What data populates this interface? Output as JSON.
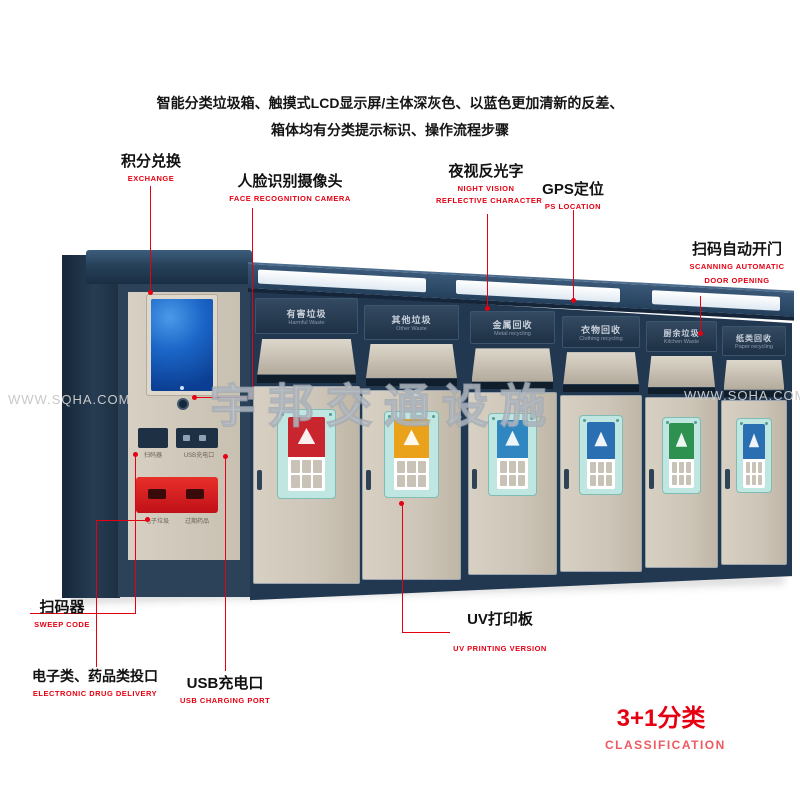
{
  "description": {
    "line1": "智能分类垃圾箱、触摸式LCD显示屏/主体深灰色、以蓝色更加清新的反差、",
    "line2": "箱体均有分类提示标识、操作流程步骤"
  },
  "watermark": {
    "left": "WWW.SQHA.COM",
    "right": "WWW.SQHA.COM",
    "center": "宇邦交通设施"
  },
  "callouts": {
    "exchange": {
      "zh": "积分兑换",
      "en": "EXCHANGE"
    },
    "face_camera": {
      "zh": "人脸识别摄像头",
      "en": "FACE RECOGNITION CAMERA"
    },
    "night_vision": {
      "zh": "夜视反光字",
      "en1": "NIGHT VISION",
      "en2": "REFLECTIVE CHARACTER"
    },
    "gps": {
      "zh": "GPS定位",
      "en": "PS LOCATION"
    },
    "scan_door": {
      "zh": "扫码自动开门",
      "en1": "SCANNING AUTOMATIC",
      "en2": "DOOR OPENING"
    },
    "sweep_code": {
      "zh": "扫码器",
      "en": "SWEEP CODE"
    },
    "electronic_drop": {
      "zh": "电子类、药品类投口",
      "en": "ELECTRONIC DRUG DELIVERY"
    },
    "usb": {
      "zh": "USB充电口",
      "en": "USB CHARGING PORT"
    },
    "uv": {
      "zh": "UV打印板",
      "en": "UV PRINTING VERSION"
    },
    "classification": {
      "zh": "3+1分类",
      "en": "CLASSIFICATION"
    }
  },
  "kiosk": {
    "scanner_label": "扫码器",
    "usb_label": "USB充电口",
    "slot_left": "电子垃圾",
    "slot_right": "过期药品"
  },
  "bins": [
    {
      "zh": "有害垃圾",
      "en": "Harmful Waste",
      "color": "#c9252f"
    },
    {
      "zh": "其他垃圾",
      "en": "Other Waste",
      "color": "#e9a21a"
    },
    {
      "zh": "金属回收",
      "en": "Metal recycling",
      "color": "#2f86c0"
    },
    {
      "zh": "衣物回收",
      "en": "Clothing recycling",
      "color": "#2a6fb2"
    },
    {
      "zh": "厨余垃圾",
      "en": "Kitchen Waste",
      "color": "#2f9150"
    },
    {
      "zh": "纸类回收",
      "en": "Paper recycling",
      "color": "#2a6fb2"
    }
  ],
  "colors": {
    "accent_red": "#e60012",
    "navy_body": "#223850",
    "panel_beige": "#cec6b8",
    "sticker_plate": "#bfe6e0"
  }
}
